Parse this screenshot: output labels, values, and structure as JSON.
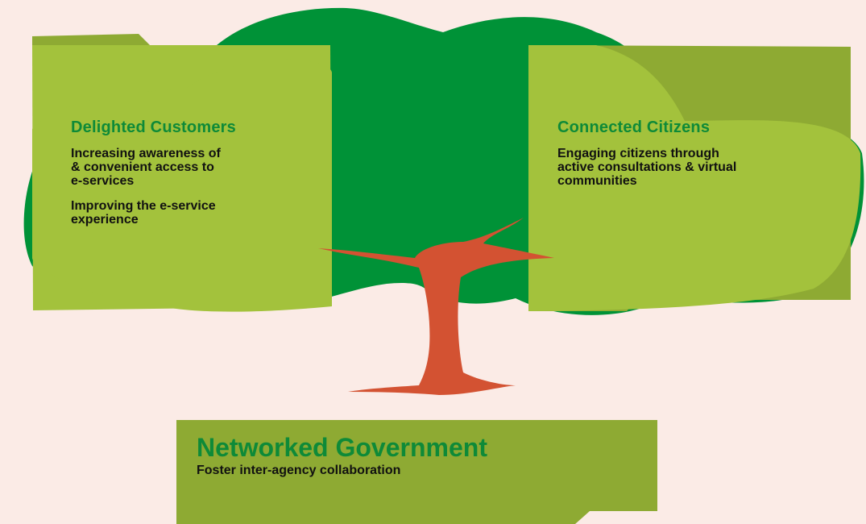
{
  "colors": {
    "background": "#fbebe6",
    "canopy": "#009237",
    "panel_light": "#a3c23c",
    "panel_dark": "#8eaa33",
    "trunk": "#d35232",
    "heading_green": "#0e8a38"
  },
  "left_panel": {
    "heading": "Delighted Customers",
    "paragraphs": [
      [
        "Increasing awareness of",
        "& convenient access to",
        "e-services"
      ],
      [
        "Improving the e-service",
        "experience"
      ]
    ]
  },
  "right_panel": {
    "heading": "Connected Citizens",
    "paragraphs": [
      [
        "Engaging citizens through",
        "active consultations & virtual",
        "communities"
      ]
    ]
  },
  "bottom_panel": {
    "title": "Networked Government",
    "subtitle": "Foster inter-agency collaboration"
  }
}
